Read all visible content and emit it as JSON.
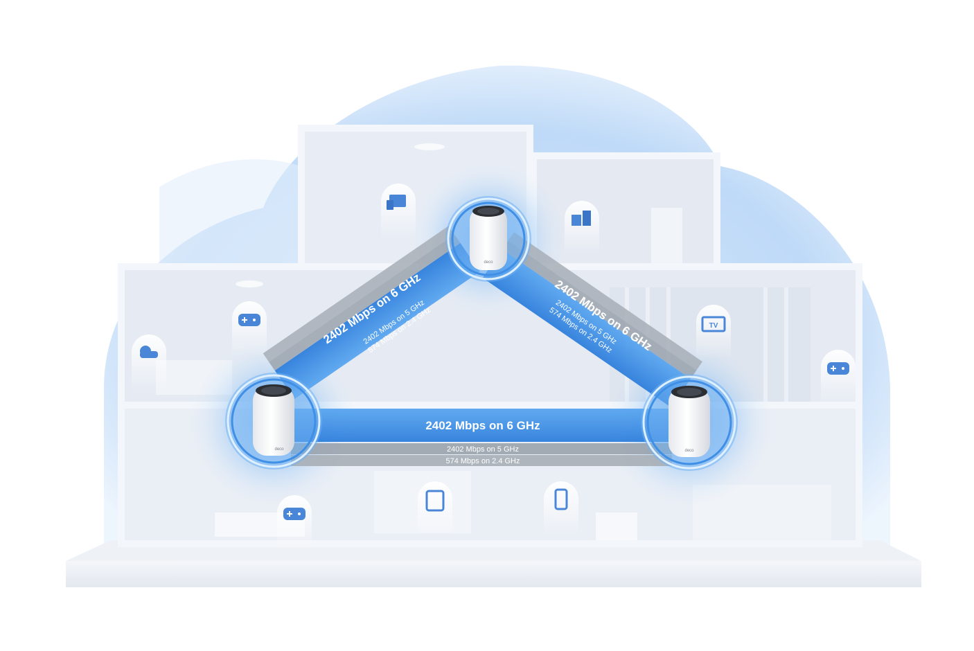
{
  "links": {
    "left": {
      "main": "2402 Mbps on 6 GHz",
      "sub5": "2402 Mbps on 5 GHz",
      "sub24": "574 Mbps on 2.4 GHz"
    },
    "right": {
      "main": "2402 Mbps on 6 GHz",
      "sub5": "2402 Mbps on 5 GHz",
      "sub24": "574 Mbps on 2.4 GHz"
    },
    "bottom": {
      "main": "2402 Mbps on 6 GHz",
      "sub5": "2402 Mbps on 5 GHz",
      "sub24": "574 Mbps on 2.4 GHz"
    }
  },
  "nodes": {
    "brand_text": "deco"
  },
  "devices": {
    "tv_label": "TV"
  },
  "colors": {
    "coverage": "#a9cdf3",
    "band_6ghz": "#3f8fe6",
    "band_5ghz": "#9aa3ad",
    "band_24ghz": "#a7aeb6",
    "house": "#e9eef6",
    "icon_blue": "#4a86d8"
  }
}
